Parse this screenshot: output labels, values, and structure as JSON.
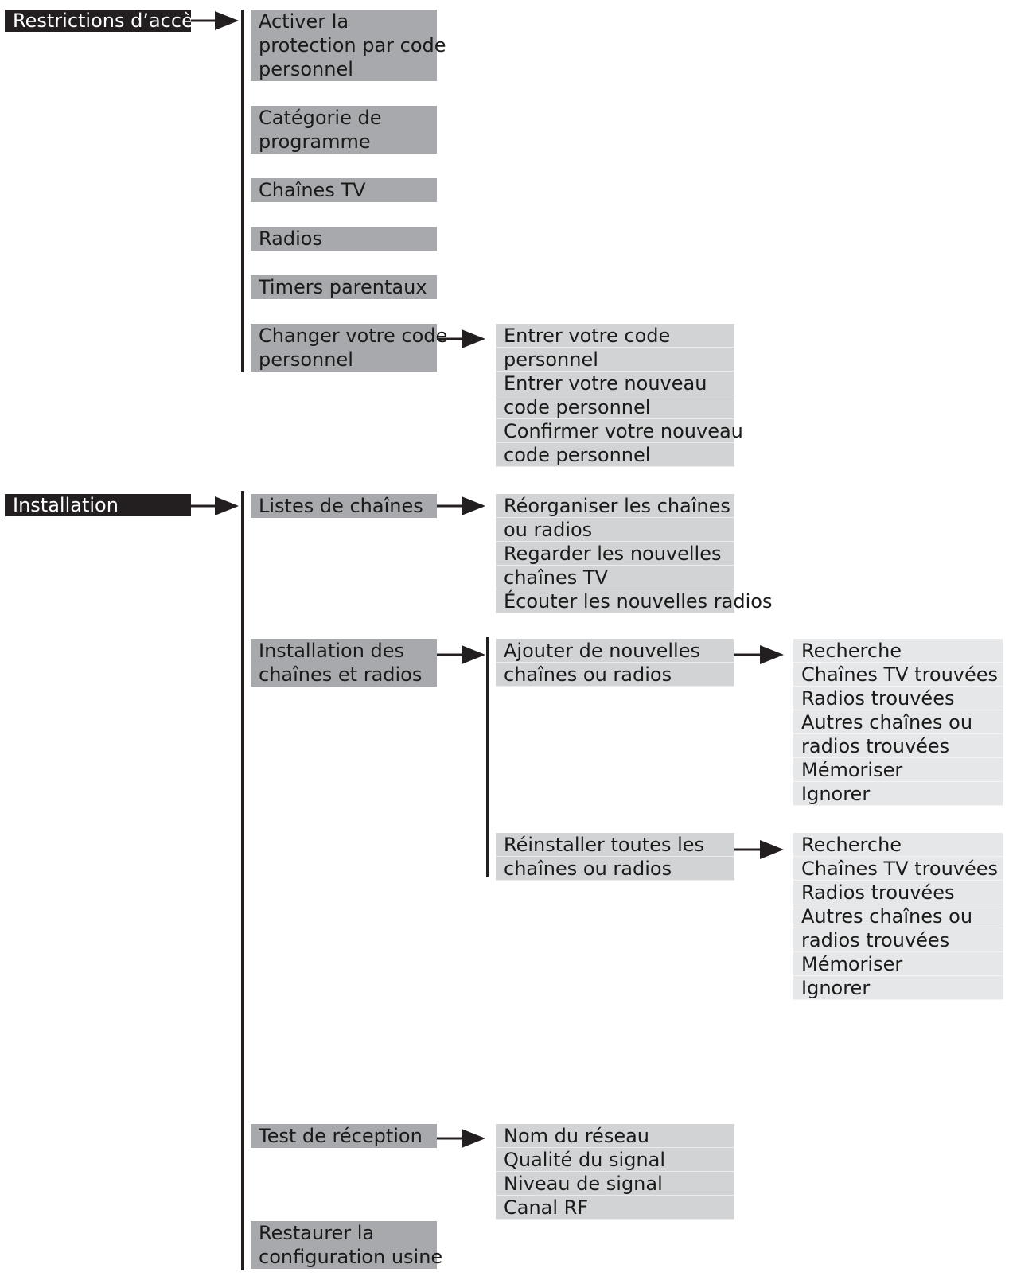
{
  "sections": [
    {
      "title": "Restrictions d’accès",
      "items": [
        {
          "lines": [
            "Activer la",
            "protection par code",
            "personnel"
          ]
        },
        {
          "lines": [
            "Catégorie de",
            "programme"
          ]
        },
        {
          "lines": [
            "Chaînes TV"
          ]
        },
        {
          "lines": [
            "Radios"
          ]
        },
        {
          "lines": [
            "Timers parentaux"
          ]
        },
        {
          "lines": [
            "Changer votre code",
            "personnel"
          ],
          "sub": [
            "Entrer votre code",
            "personnel",
            "Entrer votre nouveau",
            "code personnel",
            "Confirmer votre nouveau",
            "code personnel"
          ]
        }
      ]
    },
    {
      "title": "Installation",
      "items": [
        {
          "lines": [
            "Listes de chaînes"
          ],
          "sub": [
            "Réorganiser les chaînes",
            "ou radios",
            "Regarder les nouvelles",
            "chaînes TV",
            "Écouter les nouvelles radios"
          ]
        },
        {
          "lines": [
            "Installation des",
            "chaînes et radios"
          ],
          "children": [
            {
              "lines": [
                "Ajouter de nouvelles",
                "chaînes ou radios"
              ],
              "sub": [
                "Recherche",
                "Chaînes TV trouvées",
                "Radios trouvées",
                "Autres chaînes ou",
                "radios trouvées",
                "Mémoriser",
                "Ignorer"
              ]
            },
            {
              "lines": [
                "Réinstaller toutes les",
                "chaînes ou radios"
              ],
              "sub": [
                "Recherche",
                "Chaînes TV trouvées",
                "Radios trouvées",
                "Autres chaînes ou",
                "radios trouvées",
                "Mémoriser",
                "Ignorer"
              ]
            }
          ]
        },
        {
          "lines": [
            "Test de réception"
          ],
          "sub": [
            "Nom du réseau",
            "Qualité du signal",
            "Niveau de signal",
            "Canal RF"
          ]
        },
        {
          "lines": [
            "Restaurer la",
            "configuration usine"
          ]
        }
      ]
    }
  ]
}
